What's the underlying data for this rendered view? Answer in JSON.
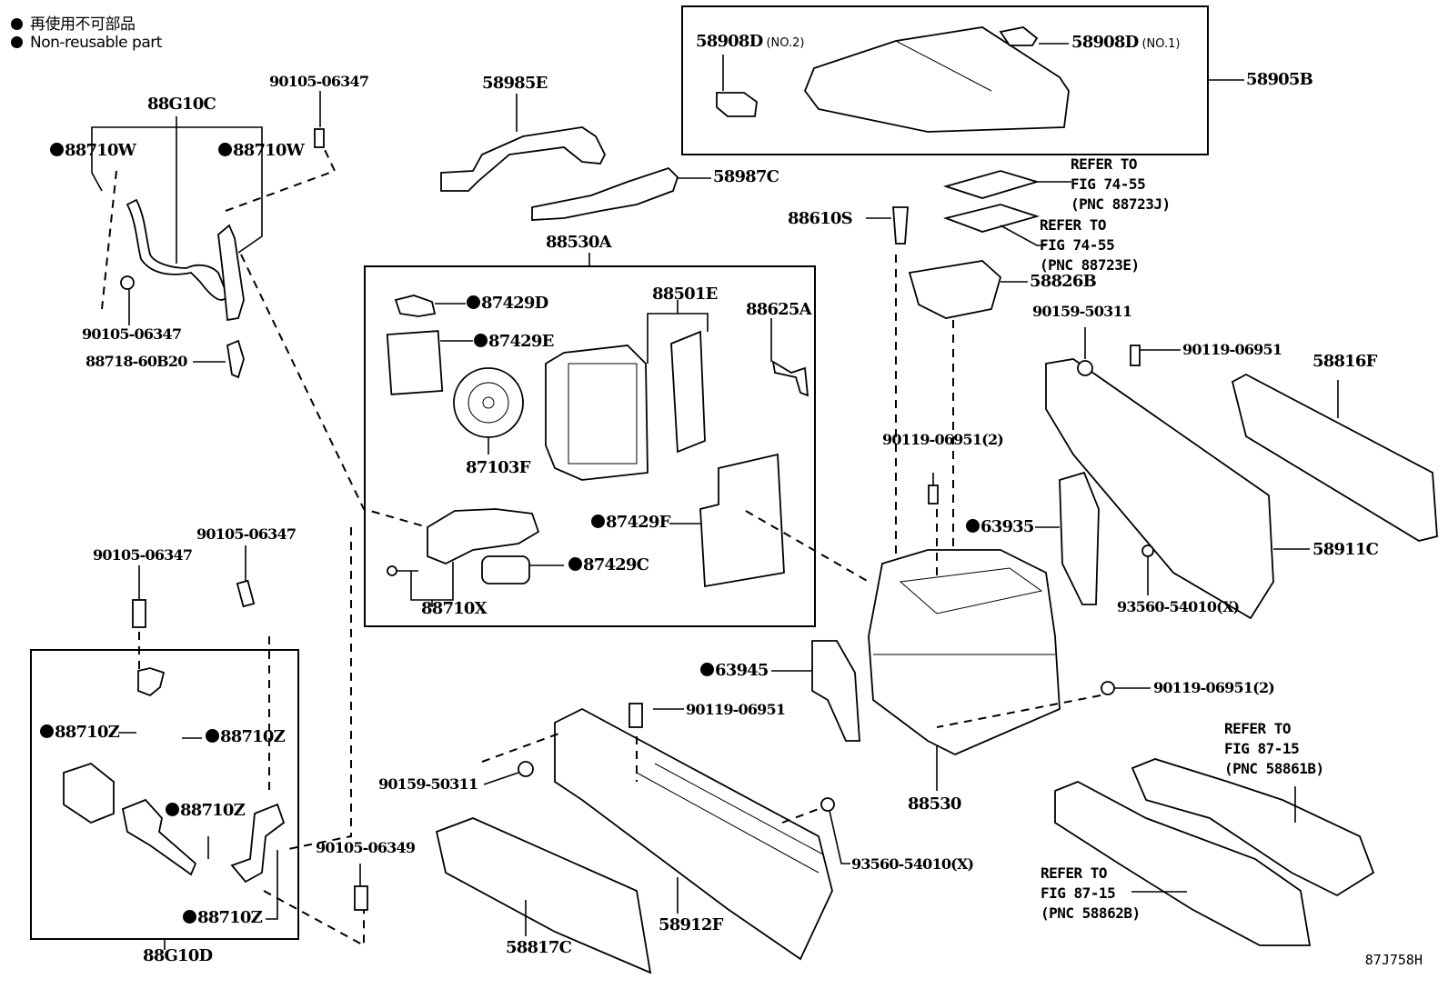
{
  "legend": {
    "line_ja": "再使用不可部品",
    "line_en": "Non-reusable part"
  },
  "figure_id": "87J758H",
  "parts": {
    "p_88g10c": "88G10C",
    "p_88710w_left": "88710W",
    "p_88710w_right": "88710W",
    "p_90105_top": "90105-06347",
    "p_90105_mid": "90105-06347",
    "p_88718": "88718-60B20",
    "p_58985e": "58985E",
    "p_58987c": "58987C",
    "p_88530a": "88530A",
    "p_87429d": "87429D",
    "p_87429e": "87429E",
    "p_88501e": "88501E",
    "p_88625a": "88625A",
    "p_87103f": "87103F",
    "p_87429f": "87429F",
    "p_87429c": "87429C",
    "p_88710x": "88710X",
    "p_58908d_no2": "58908D",
    "p_58908d_no2_note": "(NO.2)",
    "p_58908d_no1": "58908D",
    "p_58908d_no1_note": "(NO.1)",
    "p_58905b": "58905B",
    "p_88610s": "88610S",
    "p_58826b": "58826B",
    "p_90159_right": "90159-50311",
    "p_90119_right": "90119-06951",
    "p_58816f": "58816F",
    "p_90119_center": "90119-06951(2)",
    "p_63935": "63935",
    "p_58911c": "58911C",
    "p_93560_right": "93560-54010(X)",
    "p_63945": "63945",
    "p_90119_lower": "90119-06951(2)",
    "p_88530": "88530",
    "p_90119_bottom": "90119-06951",
    "p_90159_bottom": "90159-50311",
    "p_93560_bottom": "93560-54010(X)",
    "p_58817c": "58817C",
    "p_58912f": "58912F",
    "p_90105_06347_a": "90105-06347",
    "p_90105_06347_b": "90105-06347",
    "p_88710z_1": "88710Z",
    "p_88710z_2": "88710Z",
    "p_88710z_3": "88710Z",
    "p_88710z_4": "88710Z",
    "p_90105_06349": "90105-06349",
    "p_88g10d": "88G10D"
  },
  "references": {
    "ref_88723j": "REFER TO\nFIG 74-55\n(PNC 88723J)",
    "ref_88723e": "REFER TO\nFIG 74-55\n(PNC 88723E)",
    "ref_58861b": "REFER TO\nFIG 87-15\n(PNC 58861B)",
    "ref_58862b": "REFER TO\nFIG 87-15\n(PNC 58862B)"
  }
}
